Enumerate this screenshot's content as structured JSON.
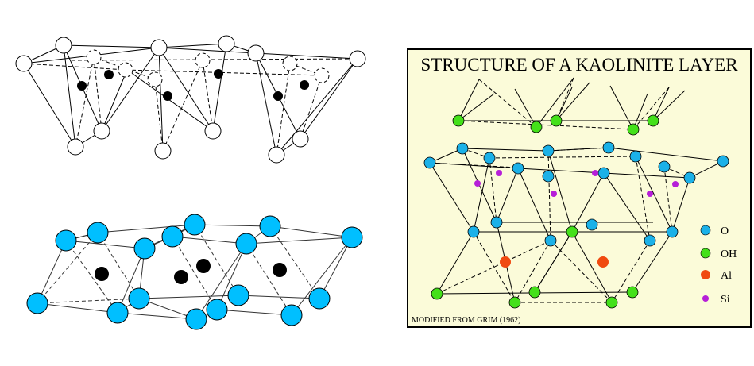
{
  "panel": {
    "title": "STRUCTURE OF A KAOLINITE LAYER",
    "credit": "MODIFIED FROM GRIM (1962)",
    "background": "#fbfbd9"
  },
  "legend": [
    {
      "label": "O",
      "color": "#1bb1e8",
      "icon": "oxygen-atom-icon"
    },
    {
      "label": "OH",
      "color": "#44e01a",
      "icon": "hydroxyl-atom-icon"
    },
    {
      "label": "Al",
      "color": "#f04a10",
      "icon": "aluminum-atom-icon"
    },
    {
      "label": "Si",
      "color": "#b61ed8",
      "icon": "silicon-atom-icon"
    }
  ],
  "colors": {
    "octahedral_atom": "#00bfff",
    "cation_atom": "#000000",
    "outline_atom": "#ffffff"
  }
}
